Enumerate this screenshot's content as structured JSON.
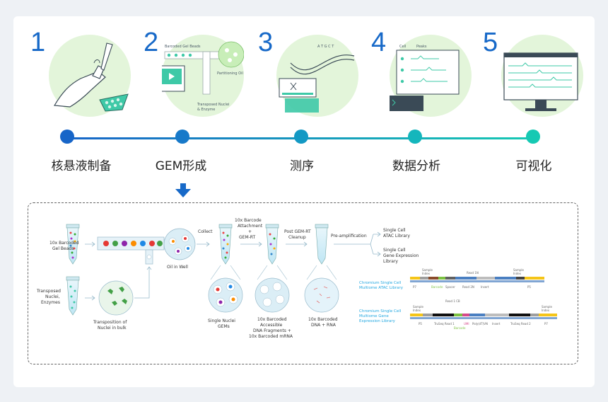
{
  "steps": [
    {
      "num": "1",
      "label": "核悬液制备"
    },
    {
      "num": "2",
      "label": "GEM形成",
      "sub": {
        "beads": "Barcoded Gel Beads",
        "oil": "Partitioning Oil",
        "nuclei_1": "Transposed Nuclei",
        "nuclei_2": "& Enzyme"
      }
    },
    {
      "num": "3",
      "label": "测序",
      "sub": {
        "bases": "A T G C T"
      }
    },
    {
      "num": "4",
      "label": "数据分析",
      "sub": {
        "cell": "Cell",
        "peaks": "Peaks"
      }
    },
    {
      "num": "5",
      "label": "可视化"
    }
  ],
  "workflow": {
    "tube1_1": "10x Barcoded",
    "tube1_2": "Gel Beads",
    "tube2_1": "Transposed",
    "tube2_2": "Nuclei,",
    "tube2_3": "Enzymes",
    "transposition_1": "Transposition of",
    "transposition_2": "Nuclei in bulk",
    "oil_in_well": "Oil in Well",
    "collect": "Collect",
    "attach_1": "10x Barcode",
    "attach_2": "Attachment",
    "attach_3": "+",
    "attach_4": "GEM-RT",
    "post_1": "Post GEM-RT",
    "post_2": "Cleanup",
    "pre_amp": "Pre-amplification",
    "lib1_1": "Single Cell",
    "lib1_2": "ATAC Library",
    "lib2_1": "Single Cell",
    "lib2_2": "Gene Expression",
    "lib2_3": "Library",
    "gems_1": "Single Nuclei",
    "gems_2": "GEMs",
    "frag_1": "10x Barcoded",
    "frag_2": "Accessible",
    "frag_3": "DNA Fragments +",
    "frag_4": "10x Barcoded mRNA",
    "dna_1": "10x Barcoded",
    "dna_2": "DNA + RNA",
    "atac_1": "Chromium Single Cell",
    "atac_2": "Multiome ATAC Library",
    "gex_1": "Chromium Single Cell",
    "gex_2": "Multiome Gene",
    "gex_3": "Expression Library",
    "atac_marks": {
      "sample": "Sample",
      "index": "Index",
      "read1": "Read 1N",
      "p7": "P7",
      "barcode": "Barcode",
      "spacer": "Spacer",
      "read2": "Read 2N",
      "insert": "Insert",
      "p5": "P5"
    },
    "gex_marks": {
      "sample": "Sample",
      "index": "Index",
      "read1": "Read 1 CB",
      "p5": "P5",
      "truseq1": "TruSeq Read 1",
      "umi": "UMI",
      "polyt": "Poly(dT)VN",
      "insert": "Insert",
      "truseq2": "TruSeq Read 2",
      "p7": "P7",
      "barcode": "Barcode"
    }
  },
  "colors": {
    "num": "#1769c8",
    "circle": "#e3f5da",
    "dot_start": "#1765c8",
    "dot_end": "#16c9b3",
    "arrow": "#1769c8",
    "cyan_label": "#22a7e0"
  }
}
